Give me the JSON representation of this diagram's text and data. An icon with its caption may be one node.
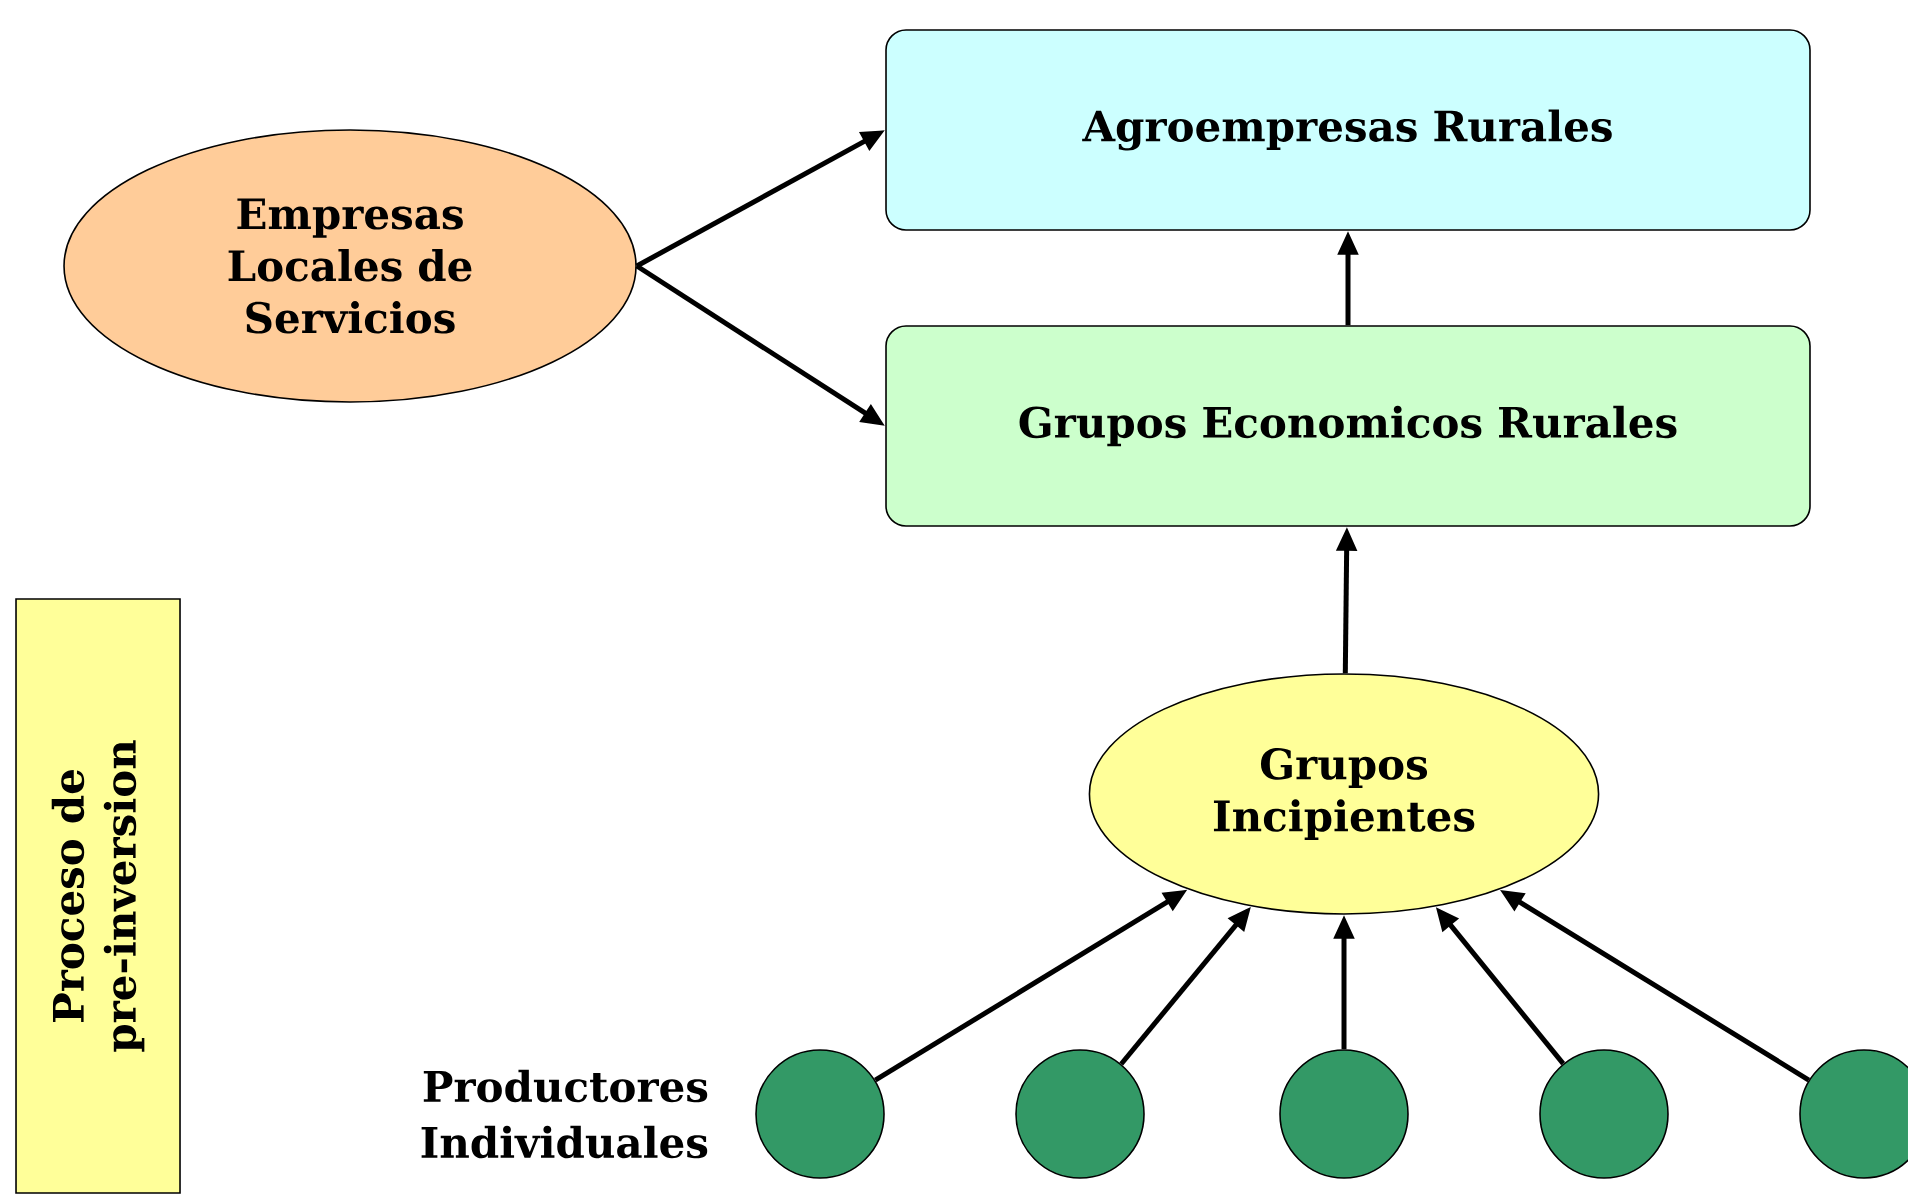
{
  "diagram": {
    "nodes": [
      {
        "text": [
          "Agroempresas Rurales"
        ]
      },
      {
        "text": [
          "Empresas Locales de Servicios"
        ]
      },
      {
        "text": [
          "Grupos Economicos Rurales"
        ]
      },
      {
        "text": [
          "Grupos Incipientes"
        ]
      },
      {
        "text": [
          "Proceso de pre-inversion"
        ]
      },
      {
        "text": [],
        "shape": "circle"
      },
      {
        "text": [],
        "shape": "circle"
      },
      {
        "text": [],
        "shape": "circle"
      },
      {
        "text": [],
        "shape": "circle"
      },
      {
        "text": [],
        "shape": "circle"
      }
    ],
    "edges": [
      {
        "from": 1,
        "to": 0,
        "arrow": "to"
      },
      {
        "from": 1,
        "to": 2,
        "arrow": "to"
      },
      {
        "from": 2,
        "to": 0,
        "arrow": "to"
      },
      {
        "from": 3,
        "to": 2,
        "arrow": "to"
      },
      {
        "from": 5,
        "to": 3,
        "arrow": "to"
      },
      {
        "from": 6,
        "to": 3,
        "arrow": "to"
      },
      {
        "from": 7,
        "to": 3,
        "arrow": "to"
      },
      {
        "from": 8,
        "to": 3,
        "arrow": "to"
      },
      {
        "from": 9,
        "to": 3,
        "arrow": "to"
      }
    ],
    "labels": [
      "Productores Individuales"
    ]
  }
}
